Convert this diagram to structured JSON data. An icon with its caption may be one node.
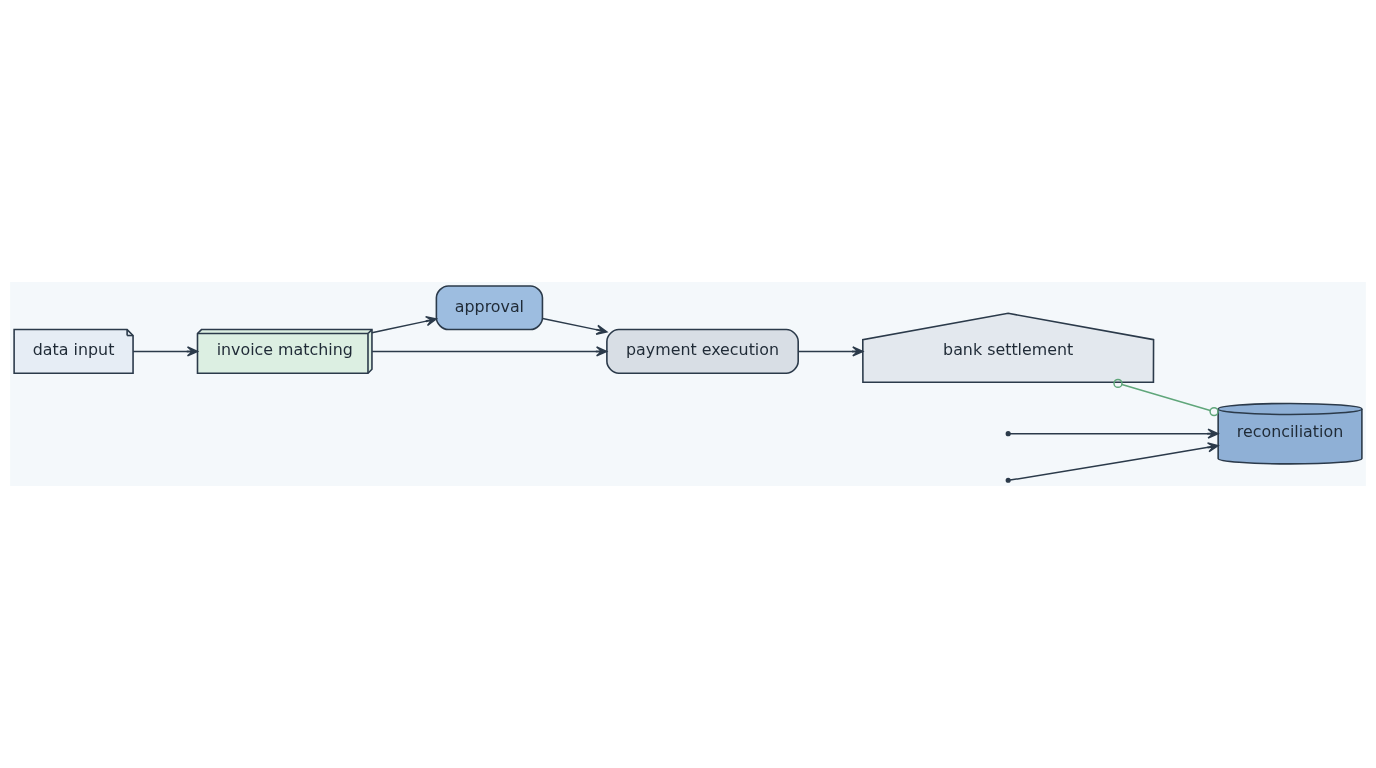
{
  "diagram": {
    "nodes": [
      {
        "text": [
          "data input"
        ]
      },
      {
        "text": [
          "invoice matching"
        ]
      },
      {
        "text": [
          "approval"
        ]
      },
      {
        "text": [
          "payment execution"
        ]
      },
      {
        "text": [
          "bank settlement"
        ]
      },
      {
        "text": [
          "reconciliation"
        ]
      }
    ],
    "edges": [
      {
        "from": 0,
        "to": 1,
        "arrow": "to"
      },
      {
        "from": 1,
        "to": 2,
        "arrow": "to"
      },
      {
        "from": 1,
        "to": 3,
        "arrow": "to"
      },
      {
        "from": 2,
        "to": 3,
        "arrow": "to"
      },
      {
        "from": 3,
        "to": 4,
        "arrow": "to"
      },
      {
        "from": 4,
        "to": 5,
        "arrow": "other",
        "color": "#5fa67a"
      },
      {
        "from": null,
        "to": 5,
        "arrow": "to"
      },
      {
        "from": null,
        "to": 5,
        "arrow": "to"
      }
    ]
  }
}
